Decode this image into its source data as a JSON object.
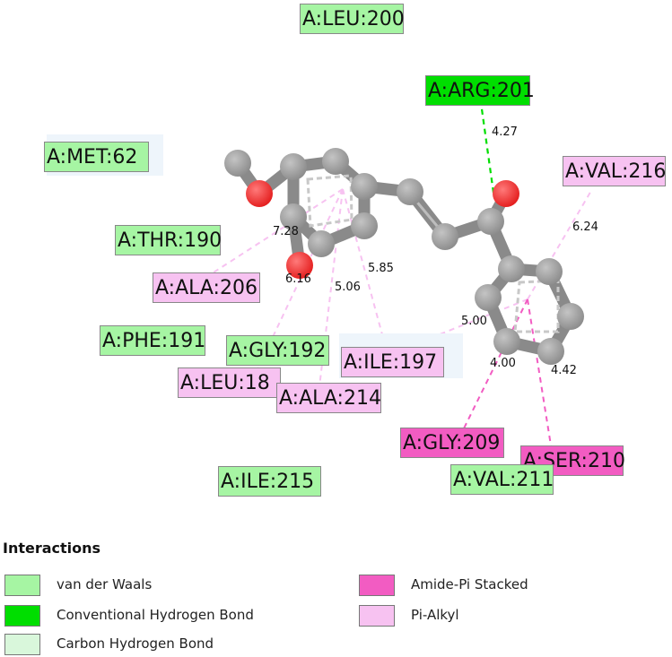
{
  "colors": {
    "van_der_waals": "#a6f5a3",
    "conventional_hbond": "#00de00",
    "carbon_hbond": "#d9f7db",
    "amide_pi": "#f25cc2",
    "pi_alkyl": "#f7c2f1",
    "atom_carbon": "#8a8a8a",
    "atom_oxygen": "#e31a1a"
  },
  "residues": [
    {
      "id": "leu200",
      "label": "A:LEU:200",
      "type": "van_der_waals"
    },
    {
      "id": "arg201",
      "label": "A:ARG:201",
      "type": "conventional_hbond"
    },
    {
      "id": "met62",
      "label": "A:MET:62",
      "type": "van_der_waals"
    },
    {
      "id": "val216",
      "label": "A:VAL:216",
      "type": "pi_alkyl"
    },
    {
      "id": "thr190",
      "label": "A:THR:190",
      "type": "van_der_waals"
    },
    {
      "id": "ala206",
      "label": "A:ALA:206",
      "type": "pi_alkyl"
    },
    {
      "id": "phe191",
      "label": "A:PHE:191",
      "type": "van_der_waals"
    },
    {
      "id": "gly192",
      "label": "A:GLY:192",
      "type": "van_der_waals"
    },
    {
      "id": "ile197",
      "label": "A:ILE:197",
      "type": "pi_alkyl"
    },
    {
      "id": "leu18",
      "label": "A:LEU:18",
      "type": "pi_alkyl"
    },
    {
      "id": "ala214",
      "label": "A:ALA:214",
      "type": "pi_alkyl"
    },
    {
      "id": "gly209",
      "label": "A:GLY:209",
      "type": "amide_pi"
    },
    {
      "id": "ser210",
      "label": "A:SER:210",
      "type": "amide_pi"
    },
    {
      "id": "val211",
      "label": "A:VAL:211",
      "type": "van_der_waals"
    },
    {
      "id": "ile215",
      "label": "A:ILE:215",
      "type": "van_der_waals"
    }
  ],
  "distances": [
    {
      "id": "arg201",
      "value": "4.27"
    },
    {
      "id": "val216",
      "value": "6.24"
    },
    {
      "id": "ala206",
      "value": "7.28"
    },
    {
      "id": "leu18",
      "value": "6.16"
    },
    {
      "id": "ala214",
      "value": "5.06"
    },
    {
      "id": "ile197_a",
      "value": "5.85"
    },
    {
      "id": "ile197_b",
      "value": "5.00"
    },
    {
      "id": "gly209",
      "value": "4.00"
    },
    {
      "id": "ser210",
      "value": "4.42"
    }
  ],
  "legend": {
    "title": "Interactions",
    "items": [
      {
        "label": "van der Waals",
        "type": "van_der_waals"
      },
      {
        "label": "Conventional Hydrogen Bond",
        "type": "conventional_hbond"
      },
      {
        "label": "Carbon Hydrogen Bond",
        "type": "carbon_hbond"
      },
      {
        "label": "Amide-Pi Stacked",
        "type": "amide_pi"
      },
      {
        "label": "Pi-Alkyl",
        "type": "pi_alkyl"
      }
    ]
  }
}
